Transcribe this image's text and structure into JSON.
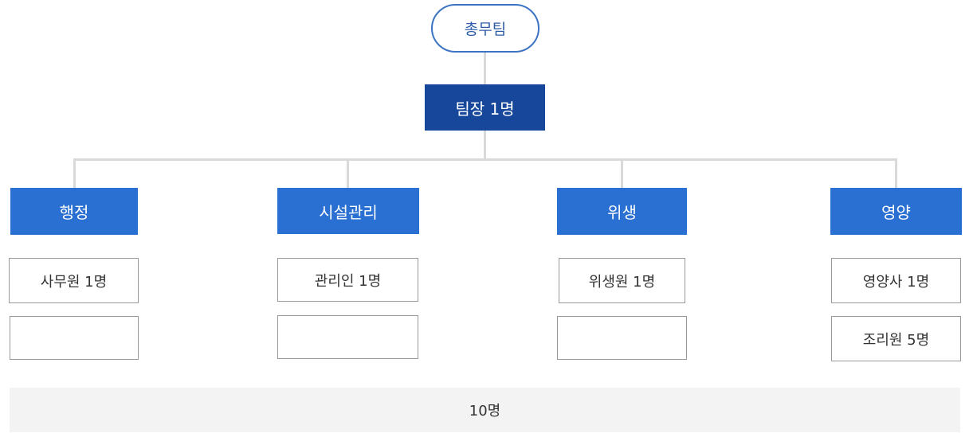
{
  "root": {
    "label": "총무팀"
  },
  "leader": {
    "label": "팀장 1명"
  },
  "departments": [
    {
      "label": "행정",
      "members": [
        "사무원 1명",
        ""
      ]
    },
    {
      "label": "시설관리",
      "members": [
        "관리인 1명",
        ""
      ]
    },
    {
      "label": "위생",
      "members": [
        "위생원 1명",
        ""
      ]
    },
    {
      "label": "영양",
      "members": [
        "영양사 1명",
        "조리원 5명"
      ]
    }
  ],
  "total": {
    "label": "10명"
  },
  "colors": {
    "root_border": "#3b74c4",
    "leader_bg": "#16479b",
    "dept_bg": "#2a6fd2",
    "member_border": "#999999",
    "connector": "#d9d9d9",
    "total_bg": "#f3f3f3"
  }
}
